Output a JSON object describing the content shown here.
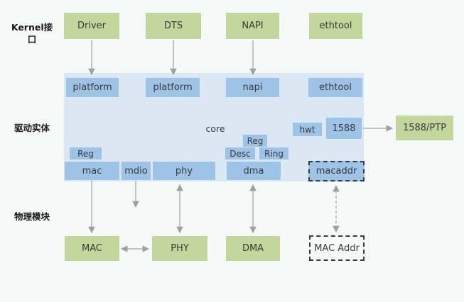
{
  "colors": {
    "background": "#f7f9f8",
    "green_box": "#c3d69b",
    "blue_box": "#9dc3e6",
    "panel_blue": "#dbe7f3",
    "arrow_gray": "#a0a0a0",
    "box_text": "#3b3b3b",
    "dashed_border": "#3a3a3a"
  },
  "sections": {
    "kernel_interface": "Kernel接口",
    "driver_entity": "驱动实体",
    "physical_module": "物理模块"
  },
  "kernel_layer": {
    "driver": "Driver",
    "dts": "DTS",
    "napi": "NAPI",
    "ethtool": "ethtool"
  },
  "driver_layer": {
    "platform_driver": "platform",
    "platform_dts": "platform",
    "napi": "napi",
    "ethtool": "ethtool",
    "core": "core",
    "hwt": "hwt",
    "ts1588": "1588",
    "mac_reg": "Reg",
    "dma_reg": "Reg",
    "desc": "Desc",
    "ring": "Ring",
    "mac": "mac",
    "mdio": "mdio",
    "phy": "phy",
    "dma": "dma",
    "macaddr": "macaddr"
  },
  "external": {
    "ptp": "1588/PTP"
  },
  "physical_layer": {
    "mac": "MAC",
    "phy": "PHY",
    "dma": "DMA",
    "mac_addr": "MAC Addr"
  }
}
